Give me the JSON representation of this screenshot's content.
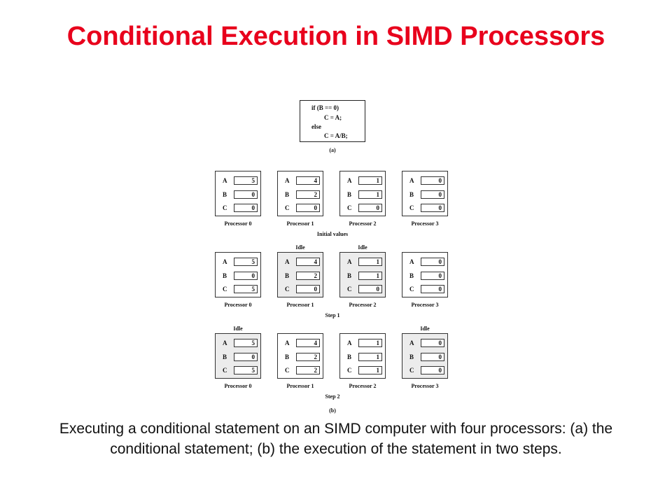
{
  "title": "Conditional Execution in SIMD Processors",
  "code": {
    "lines": [
      "if (B == 0)",
      "C = A;",
      "else",
      "C = A/B;"
    ],
    "label": "(a)"
  },
  "register_names": [
    "A",
    "B",
    "C"
  ],
  "processor_labels": [
    "Processor 0",
    "Processor 1",
    "Processor 2",
    "Processor 3"
  ],
  "idle_label": "Idle",
  "stages": [
    {
      "label": "Initial values",
      "processors": [
        {
          "A": "5",
          "B": "0",
          "C": "0",
          "idle": false
        },
        {
          "A": "4",
          "B": "2",
          "C": "0",
          "idle": false
        },
        {
          "A": "1",
          "B": "1",
          "C": "0",
          "idle": false
        },
        {
          "A": "0",
          "B": "0",
          "C": "0",
          "idle": false
        }
      ]
    },
    {
      "label": "Step 1",
      "processors": [
        {
          "A": "5",
          "B": "0",
          "C": "5",
          "idle": false
        },
        {
          "A": "4",
          "B": "2",
          "C": "0",
          "idle": true
        },
        {
          "A": "1",
          "B": "1",
          "C": "0",
          "idle": true
        },
        {
          "A": "0",
          "B": "0",
          "C": "0",
          "idle": false
        }
      ]
    },
    {
      "label": "Step 2",
      "processors": [
        {
          "A": "5",
          "B": "0",
          "C": "5",
          "idle": true
        },
        {
          "A": "4",
          "B": "2",
          "C": "2",
          "idle": false
        },
        {
          "A": "1",
          "B": "1",
          "C": "1",
          "idle": false
        },
        {
          "A": "0",
          "B": "0",
          "C": "0",
          "idle": true
        }
      ]
    }
  ],
  "figure_b_label": "(b)",
  "caption": "Executing a conditional statement on an SIMD computer with four processors: (a) the conditional statement; (b) the execution of the statement in two steps."
}
